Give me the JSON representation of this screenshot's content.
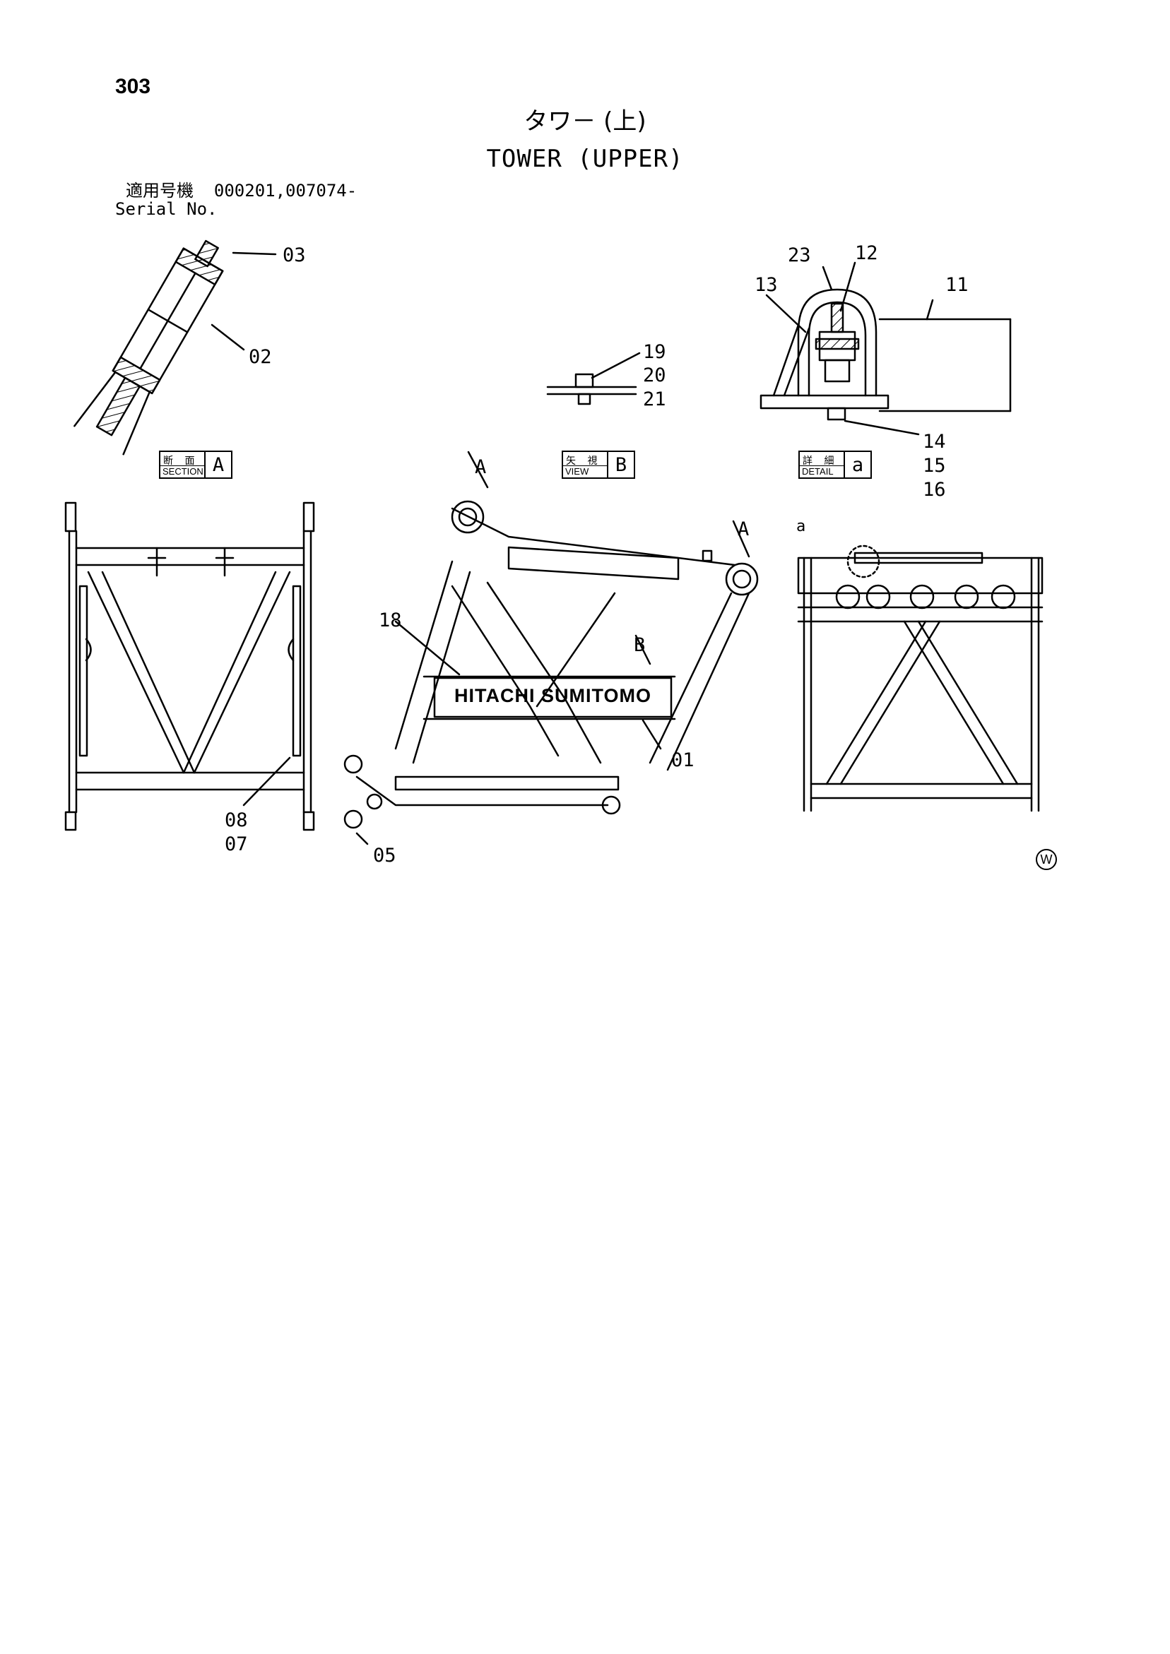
{
  "page_number": "303",
  "title_jp": "タワ－ (上)",
  "title_en": "TOWER (UPPER)",
  "serial": {
    "jp_label": "適用号機",
    "numbers": "000201,007074-",
    "en_label": "Serial No."
  },
  "view_labels": [
    {
      "jp": "断 面",
      "en": "SECTION",
      "letter": "A"
    },
    {
      "jp": "矢 視",
      "en": "VIEW",
      "letter": "B"
    },
    {
      "jp": "詳 細",
      "en": "DETAIL",
      "letter": "a"
    }
  ],
  "callouts": [
    "03",
    "02",
    "23",
    "12",
    "13",
    "11",
    "19",
    "20",
    "21",
    "14",
    "15",
    "16",
    "18",
    "01",
    "08",
    "07",
    "05"
  ],
  "view_markers": [
    "A",
    "A",
    "B",
    "a"
  ],
  "logo_text": "HITACHI SUMITOMO",
  "corner_mark": "W"
}
